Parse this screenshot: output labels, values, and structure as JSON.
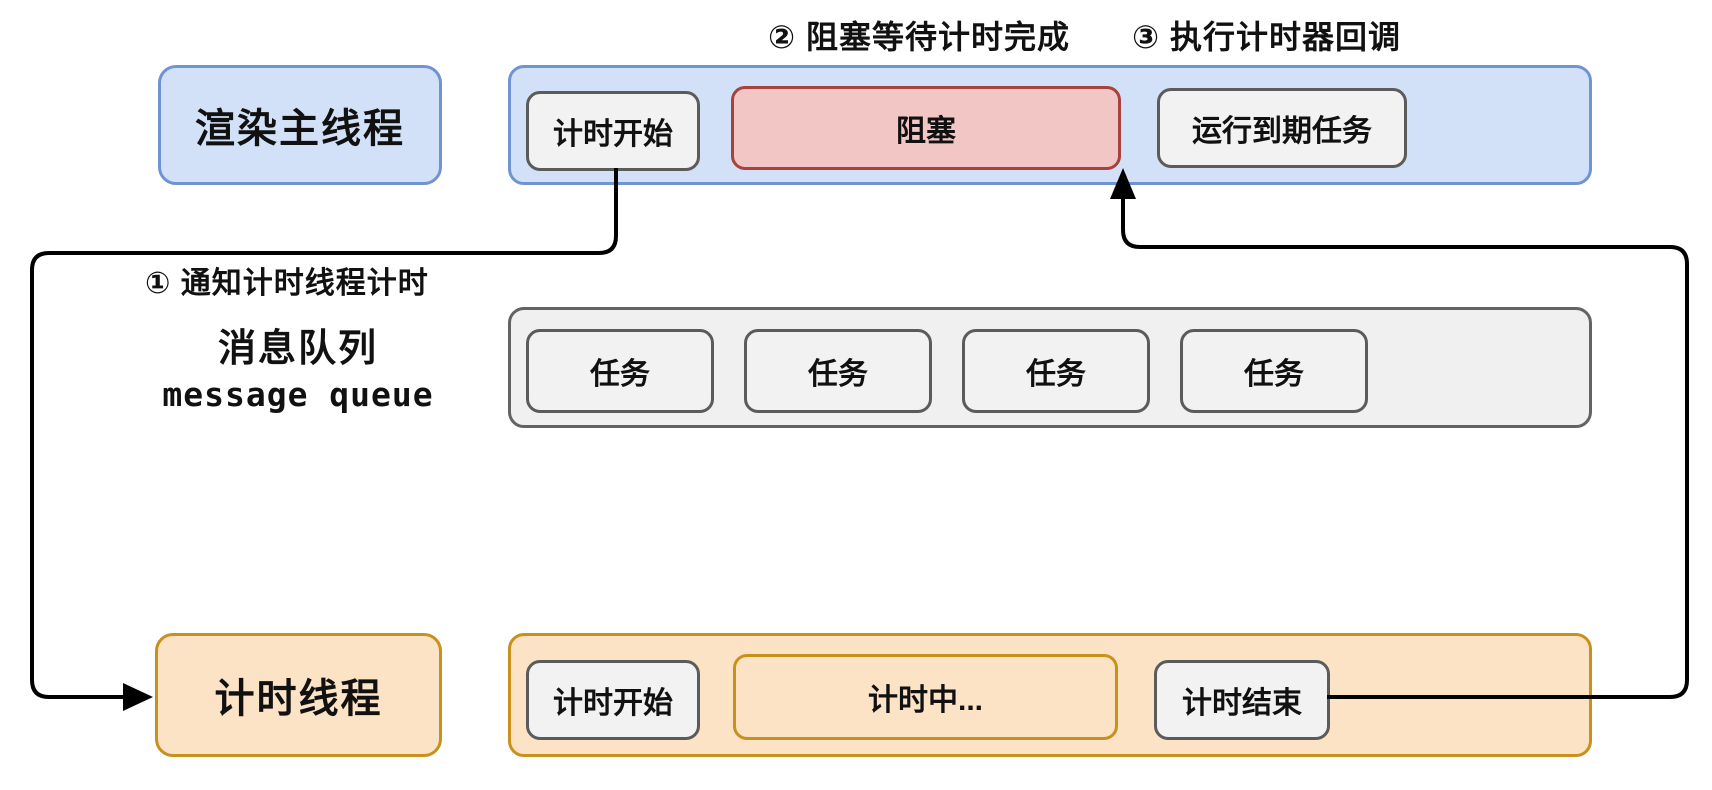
{
  "colors": {
    "blue-fill": "#d3e1f8",
    "blue-border": "#6f94d1",
    "gray-fill": "#f2f2f2",
    "gray-border": "#5b5b5b",
    "red-fill": "#f3c6c6",
    "red-border": "#a8423c",
    "orange-fill": "#fce3c5",
    "orange-border": "#c8911e",
    "queue-fill": "#f0f0f0",
    "queue-border": "#636363",
    "arrow": "#000000",
    "text": "#111111"
  },
  "annotations": {
    "step1": "① 通知计时线程计时",
    "step2": "② 阻塞等待计时完成",
    "step3": "③ 执行计时器回调"
  },
  "main_thread": {
    "label": "渲染主线程",
    "steps": {
      "timer_start": "计时开始",
      "blocked": "阻塞",
      "run_expired": "运行到期任务"
    }
  },
  "message_queue": {
    "label_cn": "消息队列",
    "label_en": "message queue",
    "tasks": [
      "任务",
      "任务",
      "任务",
      "任务"
    ]
  },
  "timer_thread": {
    "label": "计时线程",
    "steps": {
      "timer_start": "计时开始",
      "timing": "计时中...",
      "timer_end": "计时结束"
    }
  }
}
